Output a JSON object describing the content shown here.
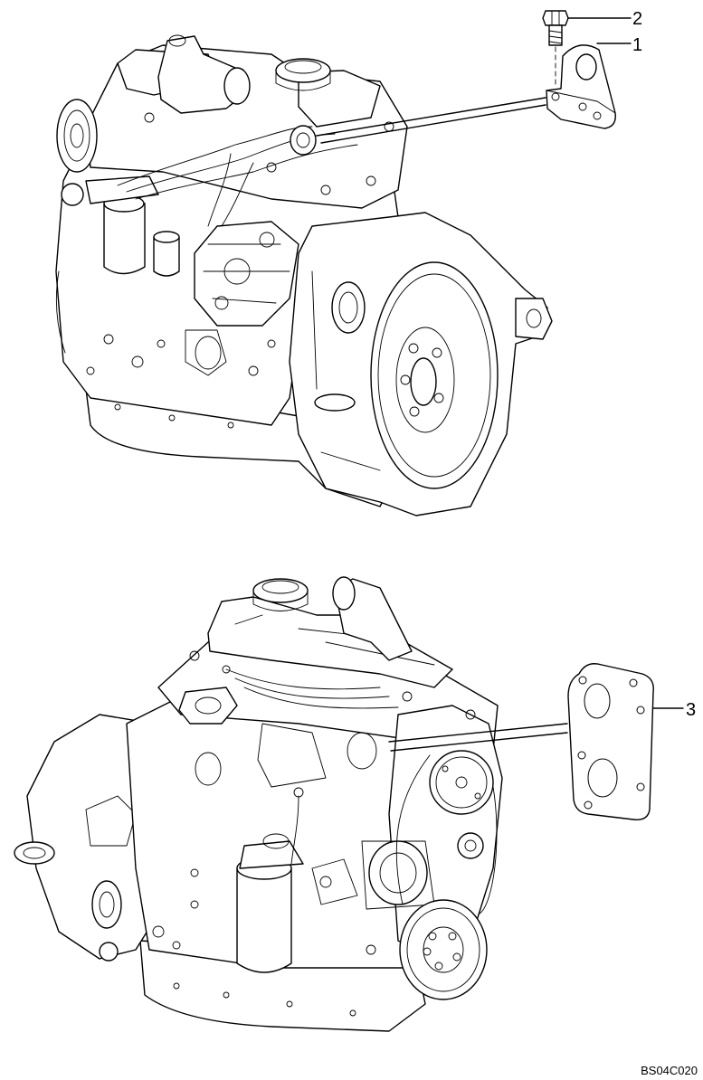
{
  "callouts": [
    {
      "id": "1",
      "label": "1"
    },
    {
      "id": "2",
      "label": "2"
    },
    {
      "id": "3",
      "label": "3"
    }
  ],
  "drawing_code": "BS04C020",
  "colors": {
    "line": "#000000",
    "background": "#ffffff"
  }
}
